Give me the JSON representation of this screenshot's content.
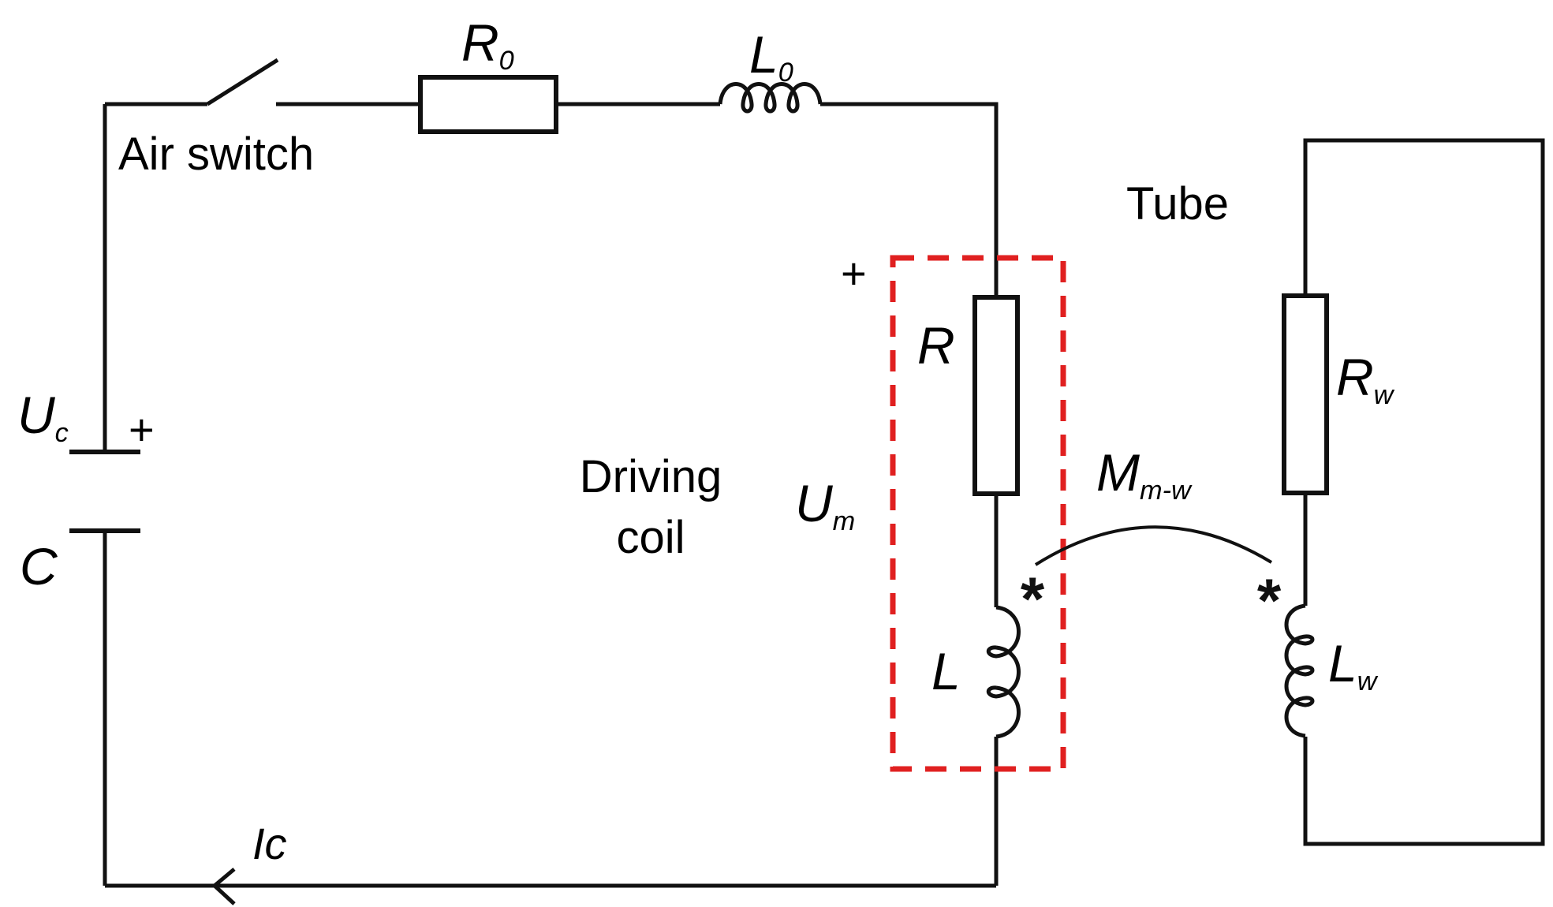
{
  "diagram_type": "circuit-schematic",
  "colors": {
    "wire": "#111111",
    "text": "#000000",
    "highlight_box": "#e02020",
    "background": "#ffffff"
  },
  "labels": {
    "air_switch": "Air switch",
    "tube": "Tube",
    "driving_coil_line1": "Driving",
    "driving_coil_line2": "coil",
    "capacitor_plus": "+",
    "coil_plus": "+",
    "current": "Ic"
  },
  "components": {
    "source_resistor": {
      "symbol": "R",
      "subscript": "0"
    },
    "source_inductor": {
      "symbol": "L",
      "subscript": "0"
    },
    "capacitor_voltage": {
      "symbol": "U",
      "subscript": "c"
    },
    "capacitor": {
      "symbol": "C",
      "subscript": ""
    },
    "coil_voltage": {
      "symbol": "U",
      "subscript": "m"
    },
    "coil_resistor": {
      "symbol": "R",
      "subscript": ""
    },
    "coil_inductor": {
      "symbol": "L",
      "subscript": ""
    },
    "mutual_inductance": {
      "symbol": "M",
      "subscript": "m-w"
    },
    "tube_resistor": {
      "symbol": "R",
      "subscript": "w"
    },
    "tube_inductor": {
      "symbol": "L",
      "subscript": "w"
    }
  },
  "markers": {
    "left_polarity_dot": "*",
    "right_polarity_dot": "*"
  }
}
